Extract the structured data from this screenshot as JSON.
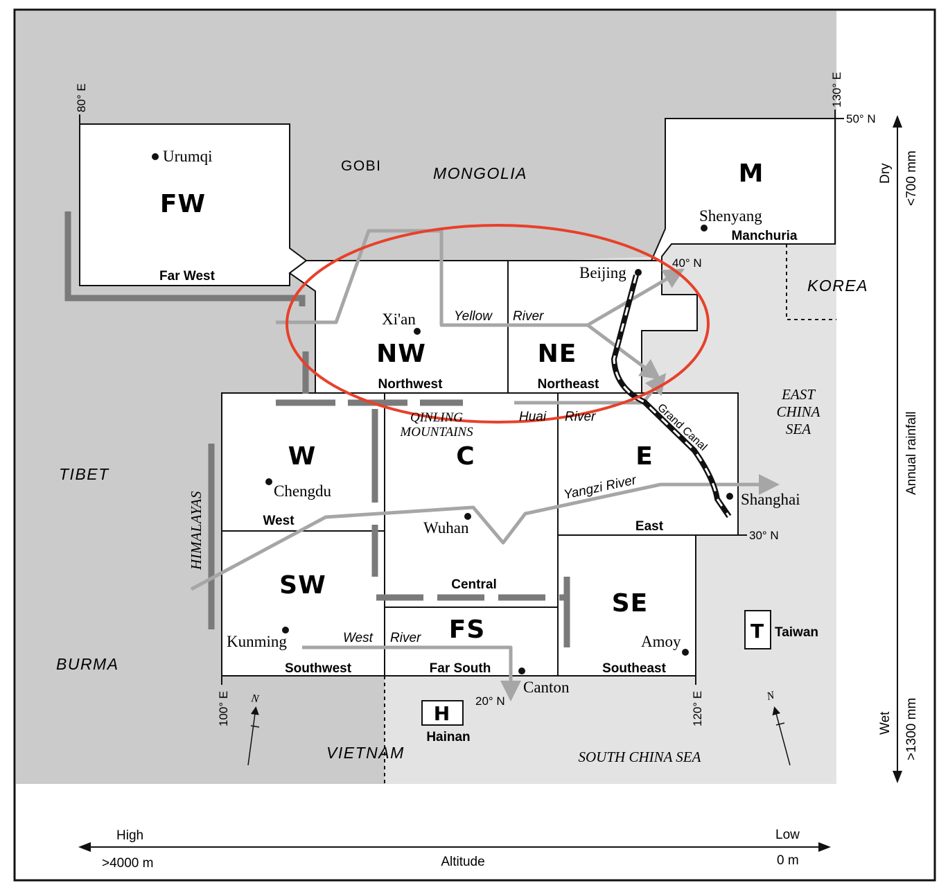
{
  "colors": {
    "dark_gray_region": "#cbcbcb",
    "light_gray_region": "#e3e3e3",
    "region_fill": "#ffffff",
    "border": "#111111",
    "river": "#a6a6a6",
    "mountain": "#7a7a7a",
    "highlight_ellipse": "#e8402a"
  },
  "regions": {
    "fw": {
      "code": "FW",
      "name": "Far West"
    },
    "nw": {
      "code": "NW",
      "name": "Northwest"
    },
    "ne": {
      "code": "NE",
      "name": "Northeast"
    },
    "m": {
      "code": "M",
      "name": "Manchuria"
    },
    "w": {
      "code": "W",
      "name": "West"
    },
    "c": {
      "code": "C",
      "name": "Central"
    },
    "e": {
      "code": "E",
      "name": "East"
    },
    "sw": {
      "code": "SW",
      "name": "Southwest"
    },
    "fs": {
      "code": "FS",
      "name": "Far South"
    },
    "se": {
      "code": "SE",
      "name": "Southeast"
    },
    "t": {
      "code": "T",
      "name": "Taiwan"
    },
    "h": {
      "code": "H",
      "name": "Hainan"
    }
  },
  "cities": {
    "urumqi": "Urumqi",
    "xian": "Xi'an",
    "beijing": "Beijing",
    "shenyang": "Shenyang",
    "chengdu": "Chengdu",
    "wuhan": "Wuhan",
    "shanghai": "Shanghai",
    "kunming": "Kunming",
    "canton": "Canton",
    "amoy": "Amoy"
  },
  "places": {
    "gobi": "GOBI",
    "mongolia": "MONGOLIA",
    "korea": "KOREA",
    "tibet": "TIBET",
    "burma": "BURMA",
    "vietnam": "VIETNAM",
    "east_china_sea": [
      "EAST",
      "CHINA",
      "SEA"
    ],
    "south_china_sea": "SOUTH CHINA SEA",
    "himalayas": "HIMALAYAS",
    "qinling": [
      "QINLING",
      "MOUNTAINS"
    ]
  },
  "rivers": {
    "yellow_1": "Yellow",
    "yellow_2": "River",
    "huai_1": "Huai",
    "huai_2": "River",
    "yangzi": "Yangzi River",
    "west_1": "West",
    "west_2": "River",
    "grand_canal": "Grand Canal"
  },
  "coords": {
    "lon80": "80° E",
    "lon100": "100° E",
    "lon120": "120° E",
    "lon130": "130° E",
    "lat50": "50° N",
    "lat40": "40° N",
    "lat30": "30° N",
    "lat20": "20° N"
  },
  "north_label": "N",
  "axes": {
    "altitude": {
      "title": "Altitude",
      "left_label": "High",
      "left_value": ">4000 m",
      "right_label": "Low",
      "right_value": "0 m"
    },
    "rainfall": {
      "title": "Annual rainfall",
      "top_label": "Dry",
      "top_value": "<700 mm",
      "bottom_label": "Wet",
      "bottom_value": ">1300 mm"
    }
  }
}
